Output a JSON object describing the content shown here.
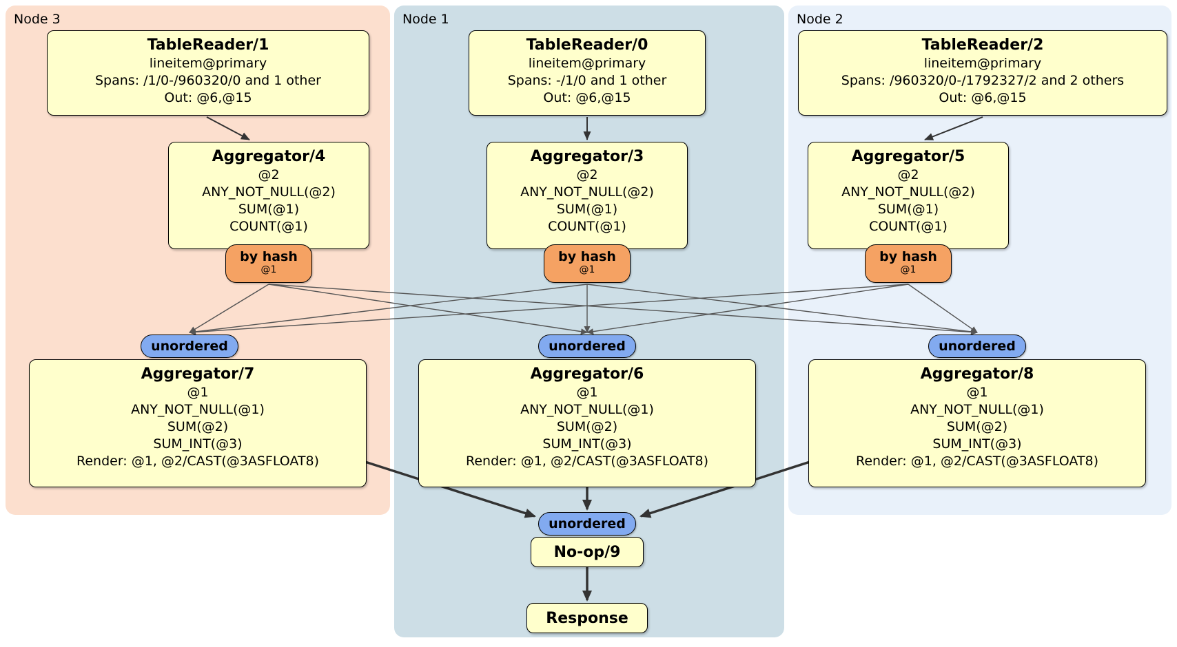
{
  "groups": [
    {
      "label": "Node 3",
      "table_reader": {
        "title": "TableReader/1",
        "lines": [
          "lineitem@primary",
          "Spans: /1/0-/960320/0 and 1 other",
          "Out: @6,@15"
        ]
      },
      "aggregator_top": {
        "title": "Aggregator/4",
        "lines": [
          "@2",
          "ANY_NOT_NULL(@2)",
          "SUM(@1)",
          "COUNT(@1)"
        ]
      },
      "router": {
        "label": "by hash",
        "detail": "@1"
      },
      "stream": {
        "label": "unordered"
      },
      "aggregator_bottom": {
        "title": "Aggregator/7",
        "lines": [
          "@1",
          "ANY_NOT_NULL(@1)",
          "SUM(@2)",
          "SUM_INT(@3)",
          "Render: @1, @2/CAST(@3ASFLOAT8)"
        ]
      }
    },
    {
      "label": "Node 1",
      "table_reader": {
        "title": "TableReader/0",
        "lines": [
          "lineitem@primary",
          "Spans: -/1/0 and 1 other",
          "Out: @6,@15"
        ]
      },
      "aggregator_top": {
        "title": "Aggregator/3",
        "lines": [
          "@2",
          "ANY_NOT_NULL(@2)",
          "SUM(@1)",
          "COUNT(@1)"
        ]
      },
      "router": {
        "label": "by hash",
        "detail": "@1"
      },
      "stream": {
        "label": "unordered"
      },
      "aggregator_bottom": {
        "title": "Aggregator/6",
        "lines": [
          "@1",
          "ANY_NOT_NULL(@1)",
          "SUM(@2)",
          "SUM_INT(@3)",
          "Render: @1, @2/CAST(@3ASFLOAT8)"
        ]
      }
    },
    {
      "label": "Node 2",
      "table_reader": {
        "title": "TableReader/2",
        "lines": [
          "lineitem@primary",
          "Spans: /960320/0-/1792327/2 and 2 others",
          "Out: @6,@15"
        ]
      },
      "aggregator_top": {
        "title": "Aggregator/5",
        "lines": [
          "@2",
          "ANY_NOT_NULL(@2)",
          "SUM(@1)",
          "COUNT(@1)"
        ]
      },
      "router": {
        "label": "by hash",
        "detail": "@1"
      },
      "stream": {
        "label": "unordered"
      },
      "aggregator_bottom": {
        "title": "Aggregator/8",
        "lines": [
          "@1",
          "ANY_NOT_NULL(@1)",
          "SUM(@2)",
          "SUM_INT(@3)",
          "Render: @1, @2/CAST(@3ASFLOAT8)"
        ]
      }
    }
  ],
  "final_chain": {
    "stream_label": "unordered",
    "noop_title": "No-op/9",
    "response_title": "Response"
  },
  "colors": {
    "node3_bg": "#fcdfce",
    "node1_bg": "#cddee6",
    "node2_bg": "#e9f1fa",
    "processor_bg": "#ffffcc",
    "router_bg": "#f5a263",
    "stream_bg": "#82aaf0",
    "edge_thin": "#555555",
    "edge_thick": "#333333"
  }
}
